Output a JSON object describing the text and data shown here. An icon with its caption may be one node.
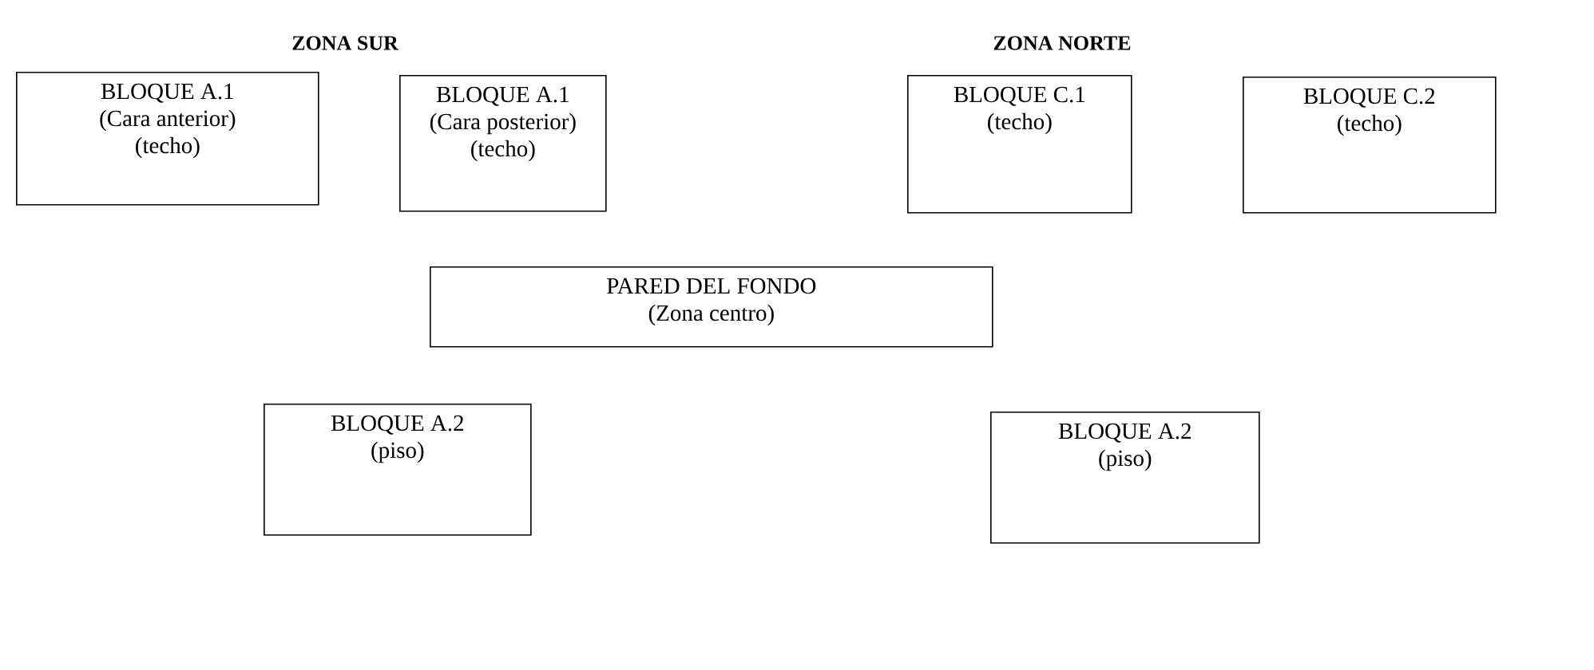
{
  "diagram": {
    "nodes": [
      {
        "text": [
          "BLOQUE A.1",
          "(Cara anterior)",
          "(techo)"
        ]
      },
      {
        "text": [
          "BLOQUE A.1",
          "(Cara posterior)",
          "(techo)"
        ]
      },
      {
        "text": [
          "BLOQUE C.1",
          "(techo)"
        ]
      },
      {
        "text": [
          "BLOQUE C.2",
          "(techo)"
        ]
      },
      {
        "text": [
          "PARED DEL FONDO",
          "(Zona centro)"
        ]
      },
      {
        "text": [
          "BLOQUE A.2",
          "(piso)"
        ]
      },
      {
        "text": [
          "BLOQUE A.2",
          "(piso)"
        ]
      }
    ],
    "labels": [
      "ZONA SUR",
      "ZONA NORTE"
    ]
  }
}
